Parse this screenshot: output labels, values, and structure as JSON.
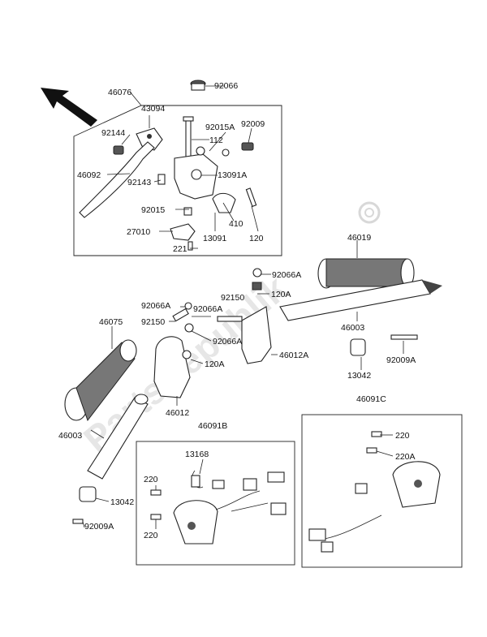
{
  "watermark": "PartsRepublik",
  "labels": {
    "l46076": "46076",
    "l92066": "92066",
    "l43094": "43094",
    "l92144": "92144",
    "l92015A": "92015A",
    "l92009": "92009",
    "l112": "112",
    "l46092": "46092",
    "l92143": "92143",
    "l13091A": "13091A",
    "l92015": "92015",
    "l410": "410",
    "l27010": "27010",
    "l13091": "13091",
    "l120": "120",
    "l221": "221",
    "l46019": "46019",
    "l92066A_1": "92066A",
    "l92150_1": "92150",
    "l120A_1": "120A",
    "l92066A_2": "92066A",
    "l92066A_3": "92066A",
    "l92150_2": "92150",
    "l92066A_4": "92066A",
    "l46003_1": "46003",
    "l46075": "46075",
    "l120A_2": "120A",
    "l46012A": "46012A",
    "l13042_1": "13042",
    "l92009A_1": "92009A",
    "l46012": "46012",
    "l46091C": "46091C",
    "l46003_2": "46003",
    "l46091B": "46091B",
    "l220_1": "220",
    "l220A": "220A",
    "l13168": "13168",
    "l220_2": "220",
    "l13042_2": "13042",
    "l220_3": "220",
    "l92009A_2": "92009A"
  }
}
